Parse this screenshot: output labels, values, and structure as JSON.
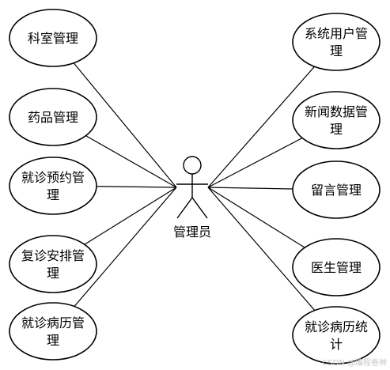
{
  "actor": {
    "label": "管理员"
  },
  "left_use_cases": [
    {
      "lines": [
        "科室管理"
      ]
    },
    {
      "lines": [
        "药品管理"
      ]
    },
    {
      "lines": [
        "就诊预约管",
        "理"
      ]
    },
    {
      "lines": [
        "复诊安排管",
        "理"
      ]
    },
    {
      "lines": [
        "就诊病历管",
        "理"
      ]
    }
  ],
  "right_use_cases": [
    {
      "lines": [
        "系统用户管",
        "理"
      ]
    },
    {
      "lines": [
        "新闻数据管",
        "理"
      ]
    },
    {
      "lines": [
        "留言管理"
      ]
    },
    {
      "lines": [
        "医生管理"
      ]
    },
    {
      "lines": [
        "就诊病历统",
        "计"
      ]
    }
  ],
  "watermark": "CSDN @编程卷神"
}
